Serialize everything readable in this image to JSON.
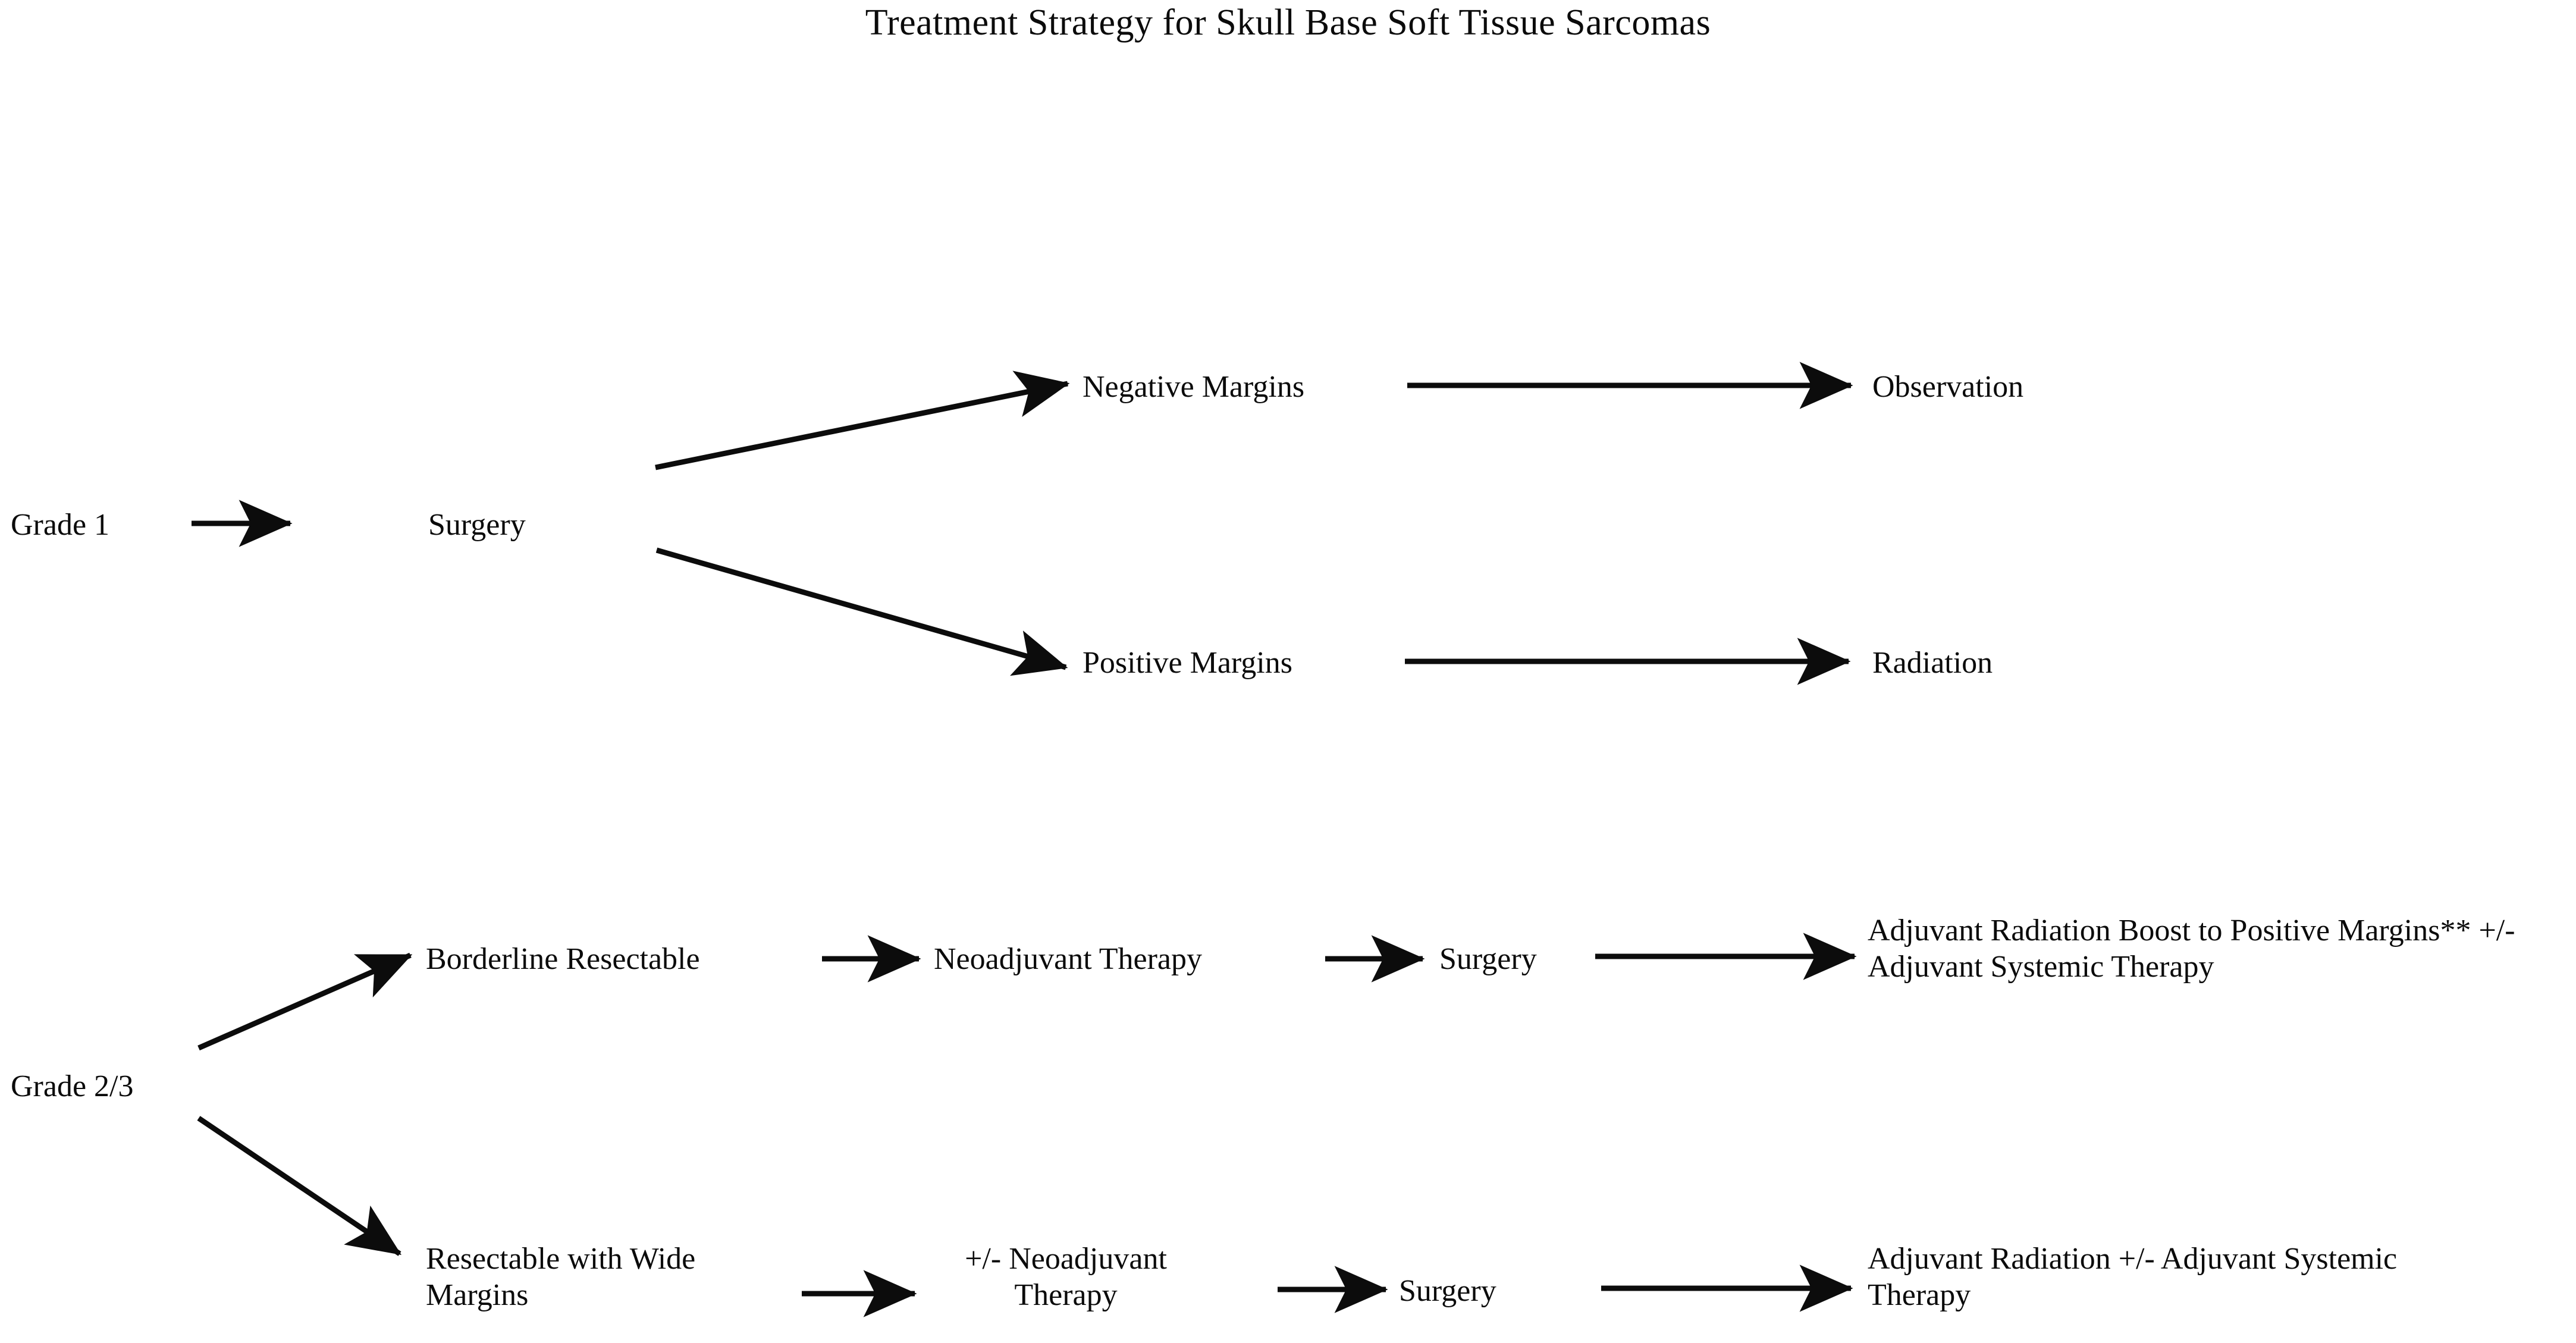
{
  "title": "Treatment Strategy for Skull Base Soft Tissue Sarcomas",
  "theme": {
    "background": "#ffffff",
    "text_color": "#0b0b0b",
    "edge_color": "#0c0c0c"
  },
  "chart_data": {
    "type": "diagram",
    "title": "Treatment Strategy for Skull Base Soft Tissue Sarcomas",
    "diagram_kind": "flowchart",
    "orientation": "left-to-right",
    "nodes": [
      {
        "id": "grade1",
        "label": "Grade 1"
      },
      {
        "id": "surgery1",
        "label": "Surgery"
      },
      {
        "id": "neg_margins",
        "label": "Negative Margins"
      },
      {
        "id": "observation",
        "label": "Observation"
      },
      {
        "id": "pos_margins",
        "label": "Positive Margins"
      },
      {
        "id": "radiation",
        "label": "Radiation"
      },
      {
        "id": "grade23",
        "label": "Grade 2/3"
      },
      {
        "id": "borderline",
        "label": "Borderline Resectable"
      },
      {
        "id": "neoadjuvant",
        "label": "Neoadjuvant Therapy"
      },
      {
        "id": "surgery2",
        "label": "Surgery"
      },
      {
        "id": "adj_boost",
        "label": "Adjuvant Radiation Boost to Positive Margins** +/- Adjuvant Systemic Therapy"
      },
      {
        "id": "resectable_wide",
        "label": "Resectable with Wide Margins"
      },
      {
        "id": "pm_neoadjuvant",
        "label": "+/- Neoadjuvant Therapy"
      },
      {
        "id": "surgery3",
        "label": "Surgery"
      },
      {
        "id": "adj_rad",
        "label": "Adjuvant Radiation +/- Adjuvant Systemic Therapy"
      }
    ],
    "edges": [
      {
        "from": "grade1",
        "to": "surgery1",
        "style": "straight-arrow"
      },
      {
        "from": "surgery1",
        "to": "neg_margins",
        "style": "diagonal-arrow-up"
      },
      {
        "from": "surgery1",
        "to": "pos_margins",
        "style": "diagonal-arrow-down"
      },
      {
        "from": "neg_margins",
        "to": "observation",
        "style": "straight-arrow"
      },
      {
        "from": "pos_margins",
        "to": "radiation",
        "style": "straight-arrow"
      },
      {
        "from": "grade23",
        "to": "borderline",
        "style": "diagonal-arrow-up"
      },
      {
        "from": "grade23",
        "to": "resectable_wide",
        "style": "diagonal-arrow-down"
      },
      {
        "from": "borderline",
        "to": "neoadjuvant",
        "style": "straight-arrow"
      },
      {
        "from": "neoadjuvant",
        "to": "surgery2",
        "style": "straight-arrow"
      },
      {
        "from": "surgery2",
        "to": "adj_boost",
        "style": "straight-arrow"
      },
      {
        "from": "resectable_wide",
        "to": "pm_neoadjuvant",
        "style": "straight-arrow"
      },
      {
        "from": "pm_neoadjuvant",
        "to": "surgery3",
        "style": "straight-arrow"
      },
      {
        "from": "surgery3",
        "to": "adj_rad",
        "style": "straight-arrow"
      }
    ]
  },
  "nodes": {
    "grade1": "Grade 1",
    "surgery1": "Surgery",
    "negative_margins": "Negative Margins",
    "observation": "Observation",
    "positive_margins": "Positive Margins",
    "radiation": "Radiation",
    "grade23": "Grade 2/3",
    "borderline_resectable": "Borderline Resectable",
    "neoadjuvant_therapy": "Neoadjuvant Therapy",
    "surgery2": "Surgery",
    "adjuvant_boost": "Adjuvant Radiation Boost to Positive Margins** +/- Adjuvant Systemic Therapy",
    "resectable_wide_margins": "Resectable with Wide Margins",
    "pm_neoadjuvant_therapy": "+/- Neoadjuvant Therapy",
    "surgery3": "Surgery",
    "adjuvant_radiation": "Adjuvant Radiation +/- Adjuvant Systemic Therapy"
  }
}
